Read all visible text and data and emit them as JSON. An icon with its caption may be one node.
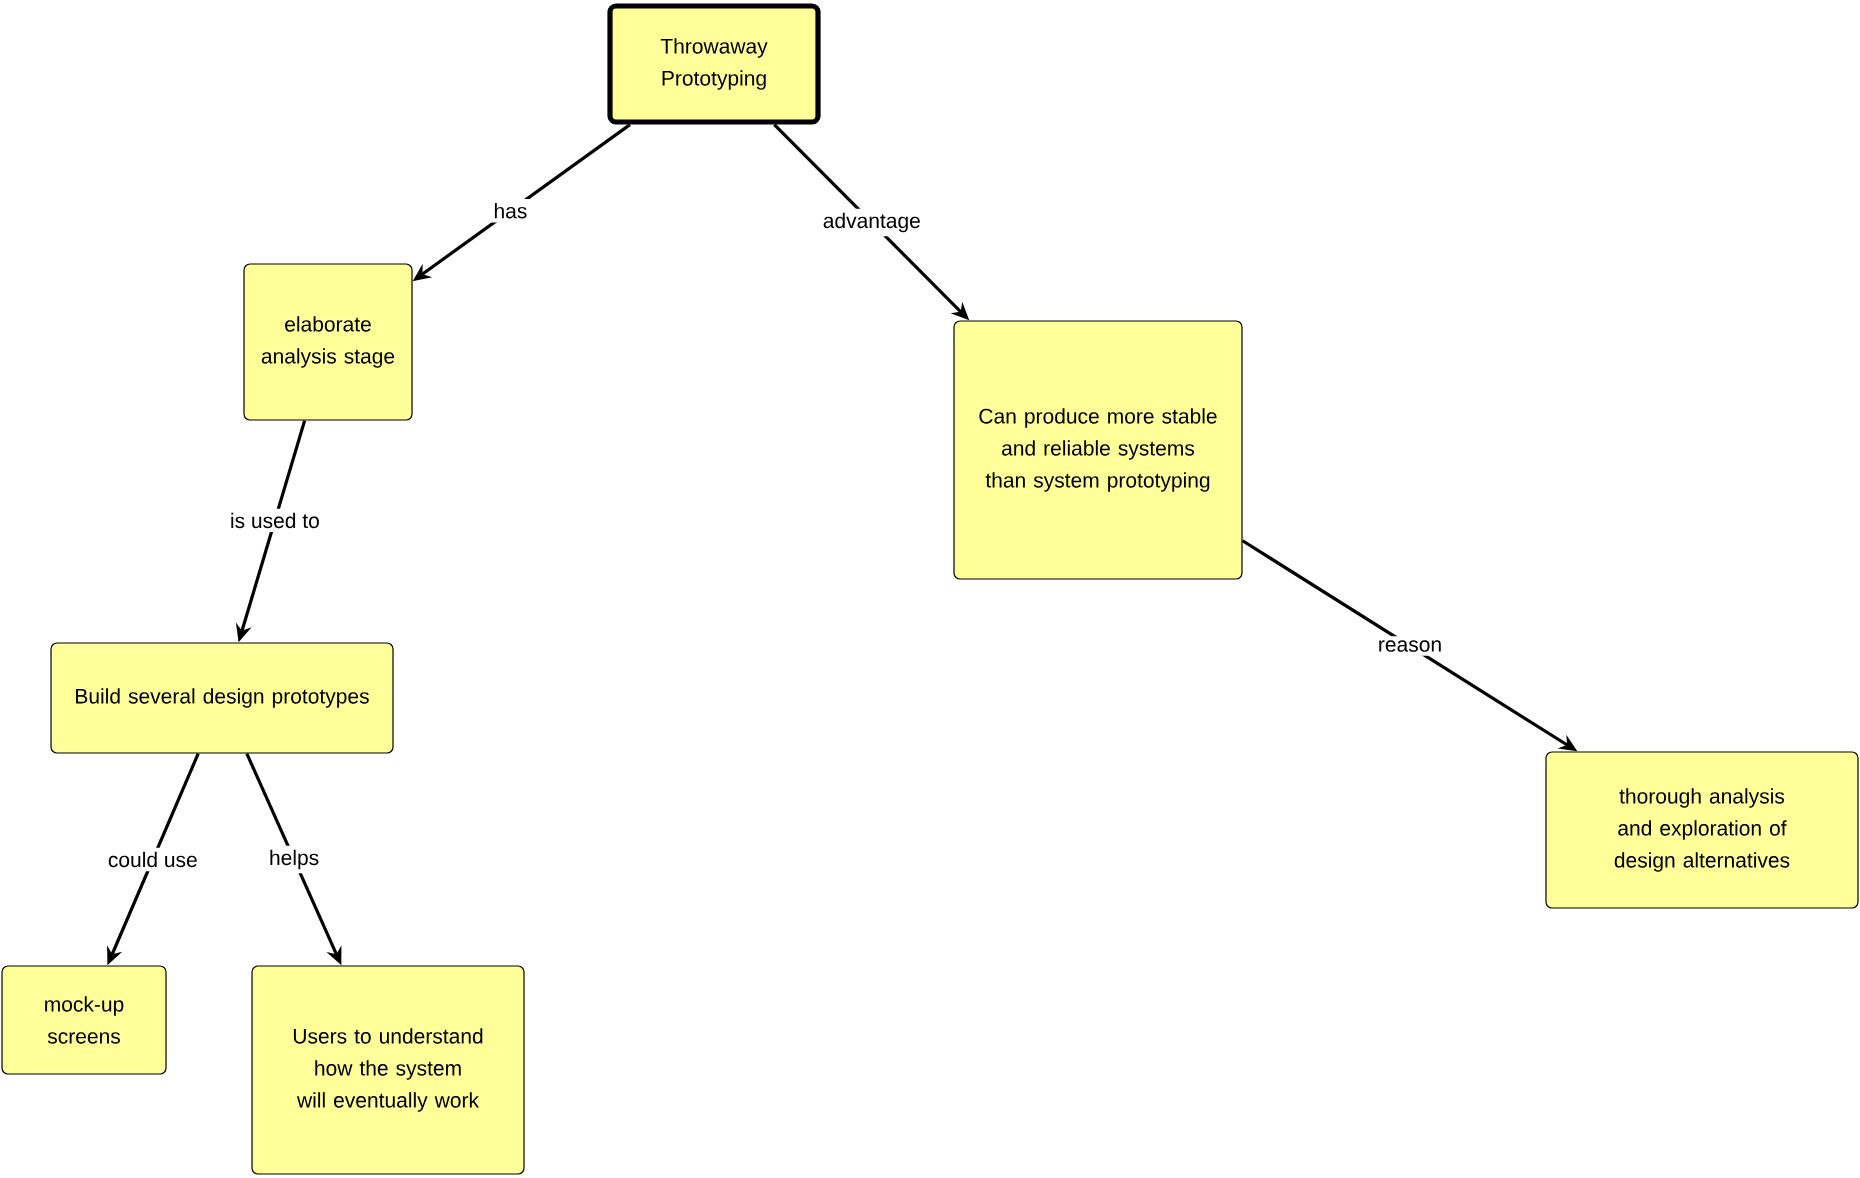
{
  "diagram": {
    "nodes": [
      {
        "text": [
          "Throwaway Prototyping"
        ]
      },
      {
        "text": [
          "elaborate analysis stage"
        ]
      },
      {
        "text": [
          "Can produce more stable and reliable systems than system prototyping"
        ]
      },
      {
        "text": [
          "Build several design prototypes"
        ]
      },
      {
        "text": [
          "thorough analysis and exploration of design alternatives"
        ]
      },
      {
        "text": [
          "mock-up screens"
        ]
      },
      {
        "text": [
          "Users to understand how the system will eventually work"
        ]
      }
    ],
    "edges": [
      {
        "from": 0,
        "to": 1,
        "arrow": "to",
        "label": "has"
      },
      {
        "from": 0,
        "to": 2,
        "arrow": "to",
        "label": "advantage"
      },
      {
        "from": 1,
        "to": 3,
        "arrow": "to",
        "label": "is used to"
      },
      {
        "from": 2,
        "to": 4,
        "arrow": "to",
        "label": "reason"
      },
      {
        "from": 3,
        "to": 5,
        "arrow": "to",
        "label": "could use"
      },
      {
        "from": 3,
        "to": 6,
        "arrow": "to",
        "label": "helps"
      }
    ]
  }
}
